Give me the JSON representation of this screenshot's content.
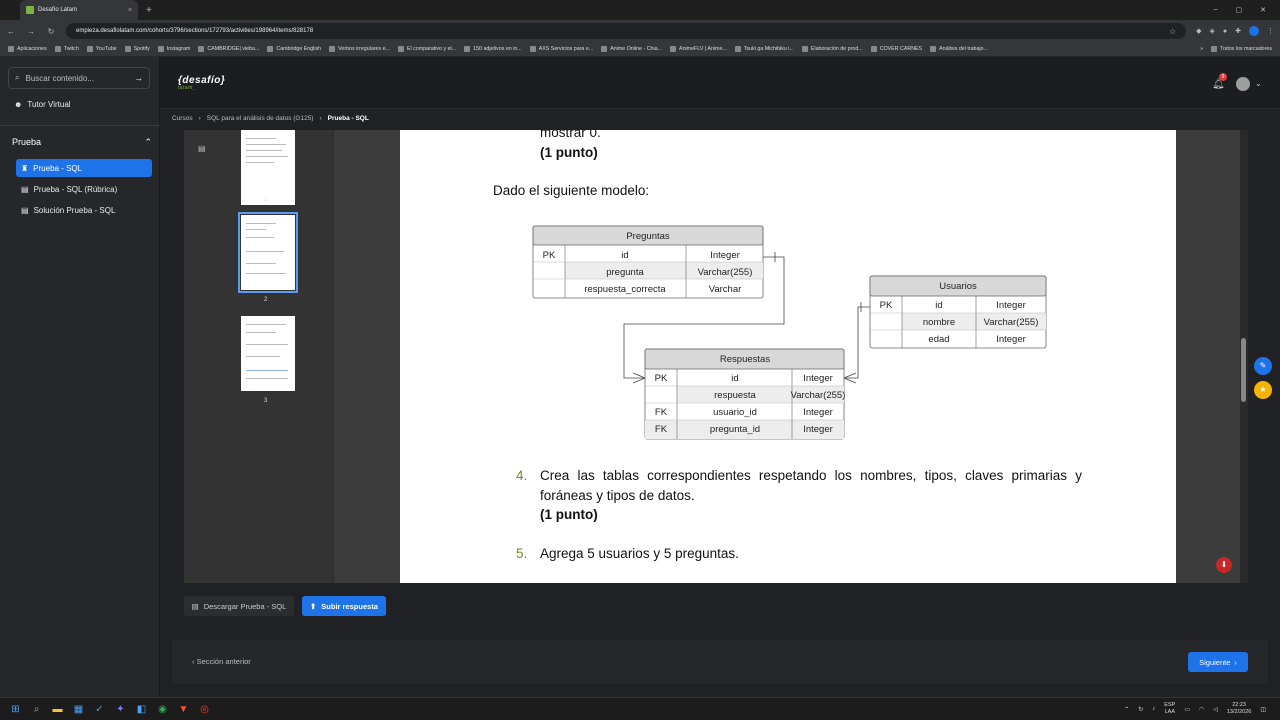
{
  "browser": {
    "tab_title": "Desafío Latam",
    "tab_close": "×",
    "new_tab": "+",
    "window_controls": [
      "–",
      "▢",
      "✕"
    ],
    "url": "empieza.desafiolatam.com/cohorts/3796/sections/172793/activities/198964/items/828178",
    "bookmarks": [
      "Aplicaciones",
      "Twitch",
      "YouTube",
      "Spotify",
      "Instagram",
      "CAMBRIDGE| vieba...",
      "Cambridge English",
      "Verbos irregulares e...",
      "El comparativo y el...",
      "150 adjetivos en in...",
      "AXS Servicios para e...",
      "Anime Online - Chia...",
      "AnimeFLV | Anime...",
      "Tsuki ga Michibiku i...",
      "Elaboración de prod...",
      "COVER CARNES",
      "Análisis del trabajo..."
    ],
    "bookmarks_overflow": "»",
    "bookmarks_all": "Todos los marcadores"
  },
  "sidebar": {
    "search_placeholder": "Buscar contenido...",
    "tutor": "Tutor Virtual",
    "section_title": "Prueba",
    "items": [
      {
        "label": "Prueba - SQL"
      },
      {
        "label": "Prueba - SQL (Rúbrica)"
      },
      {
        "label": "Solución Prueba - SQL"
      }
    ]
  },
  "header": {
    "logo": "{desafío}",
    "logo_sub": "latam_",
    "notif_count": "9"
  },
  "breadcrumb": [
    "Cursos",
    "SQL para el análisis de datos (G125)",
    "Prueba - SQL"
  ],
  "thumbnails": [
    "1",
    "2",
    "3"
  ],
  "document": {
    "top_cut": "mostrar 0.",
    "point1": "(1 punto)",
    "intro": "Dado el siguiente modelo:",
    "tables": {
      "preguntas": {
        "name": "Preguntas",
        "rows": [
          [
            "PK",
            "id",
            "Integer"
          ],
          [
            "",
            "pregunta",
            "Varchar(255)"
          ],
          [
            "",
            "respuesta_correcta",
            "Varchar"
          ]
        ]
      },
      "usuarios": {
        "name": "Usuarios",
        "rows": [
          [
            "PK",
            "id",
            "Integer"
          ],
          [
            "",
            "nombre",
            "Varchar(255)"
          ],
          [
            "",
            "edad",
            "Integer"
          ]
        ]
      },
      "respuestas": {
        "name": "Respuestas",
        "rows": [
          [
            "PK",
            "id",
            "Integer"
          ],
          [
            "",
            "respuesta",
            "Varchar(255)"
          ],
          [
            "FK",
            "usuario_id",
            "Integer"
          ],
          [
            "FK",
            "pregunta_id",
            "Integer"
          ]
        ]
      }
    },
    "q4_num": "4.",
    "q4_line1": "Crea las tablas correspondientes respetando los nombres, tipos, claves primarias y",
    "q4_line2": "foráneas y tipos de datos.",
    "q4_points": "(1 punto)",
    "q5_num": "5.",
    "q5_text": "Agrega 5 usuarios y 5 preguntas."
  },
  "actions": {
    "download": "Descargar Prueba - SQL",
    "upload": "Subir respuesta",
    "prev": "Sección anterior",
    "next": "Siguiente"
  },
  "taskbar": {
    "lang1": "ESP",
    "lang2": "LAA",
    "time": "22:23",
    "date": "13/2/2026"
  }
}
